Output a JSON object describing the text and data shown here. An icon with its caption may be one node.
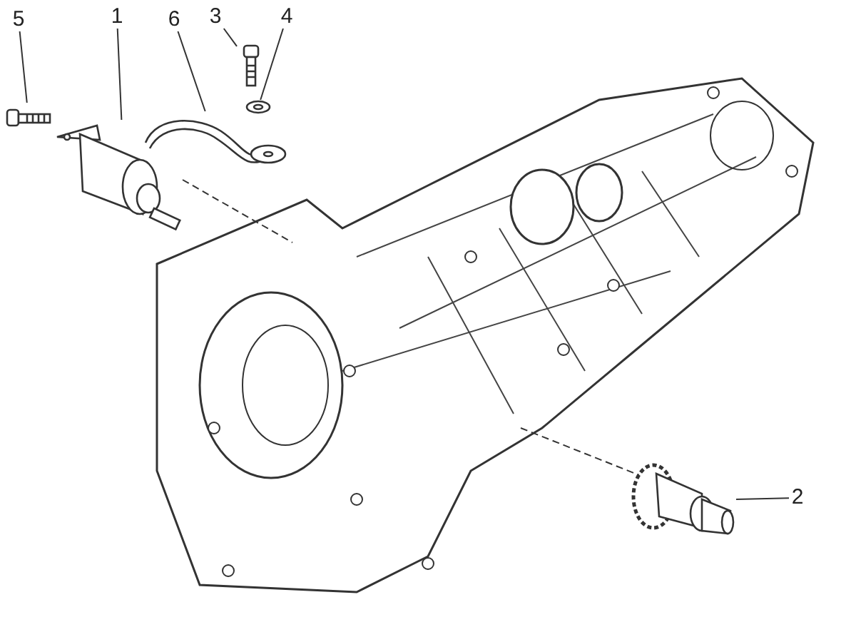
{
  "diagram": {
    "nodes": [
      {
        "text": [
          "5"
        ]
      },
      {
        "text": [
          "1"
        ]
      },
      {
        "text": [
          "6"
        ]
      },
      {
        "text": [
          "3"
        ]
      },
      {
        "text": [
          "4"
        ]
      },
      {
        "text": [
          "2"
        ]
      },
      {
        "text": [],
        "shape": "picture"
      },
      {
        "text": [],
        "shape": "picture"
      },
      {
        "text": [],
        "shape": "picture"
      },
      {
        "text": [],
        "shape": "picture"
      },
      {
        "text": [],
        "shape": "picture"
      },
      {
        "text": [],
        "shape": "picture"
      }
    ],
    "edges": [
      {
        "from": 0,
        "to": 6,
        "arrow": "none"
      },
      {
        "from": 1,
        "to": 7,
        "arrow": "none"
      },
      {
        "from": 2,
        "to": 8,
        "arrow": "none"
      },
      {
        "from": 3,
        "to": 9,
        "arrow": "none"
      },
      {
        "from": 4,
        "to": 10,
        "arrow": "none"
      },
      {
        "from": 5,
        "to": 11,
        "arrow": "none"
      }
    ]
  }
}
